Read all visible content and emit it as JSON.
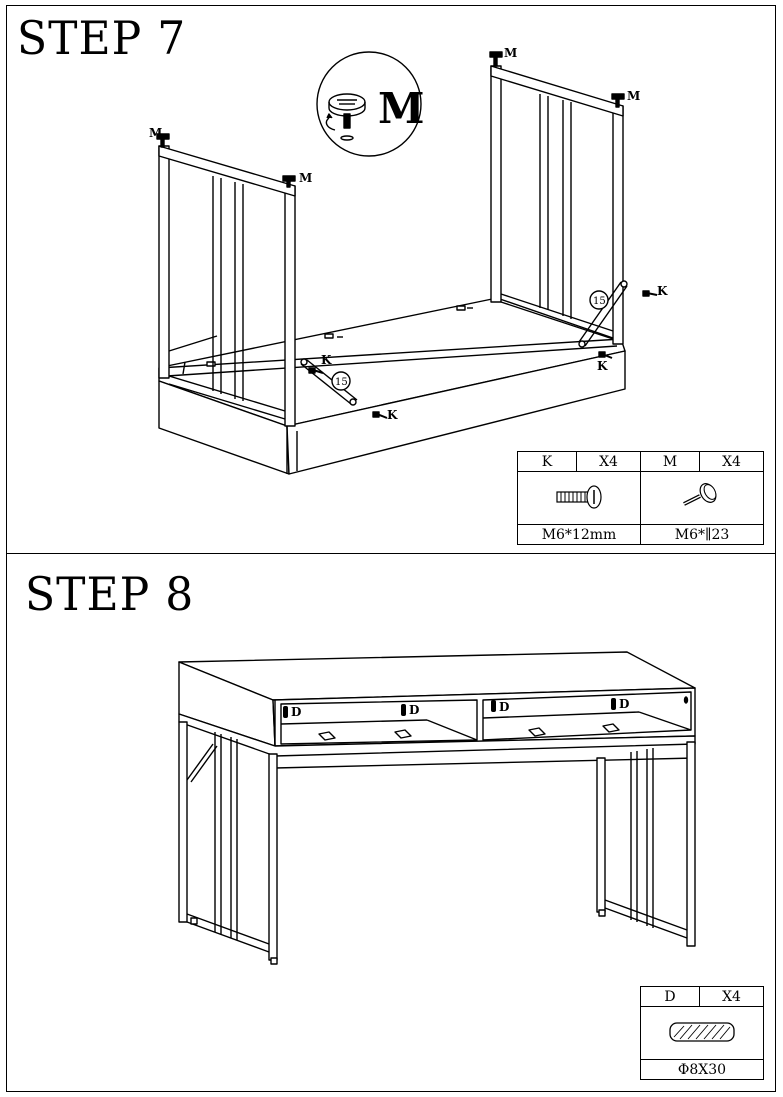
{
  "steps": [
    {
      "title": "STEP 7",
      "callout_label": "M",
      "part_labels": {
        "m": "M",
        "k": "K",
        "ref": "15"
      },
      "parts": [
        {
          "code": "K",
          "qty": "X4",
          "size": "M6*12mm",
          "icon": "bolt-icon"
        },
        {
          "code": "M",
          "qty": "X4",
          "size": "M6*∥23",
          "icon": "leveling-foot-icon"
        }
      ]
    },
    {
      "title": "STEP 8",
      "part_labels": {
        "d": "D"
      },
      "parts": [
        {
          "code": "D",
          "qty": "X4",
          "size": "Φ8X30",
          "icon": "wooden-dowel-icon"
        }
      ]
    }
  ]
}
